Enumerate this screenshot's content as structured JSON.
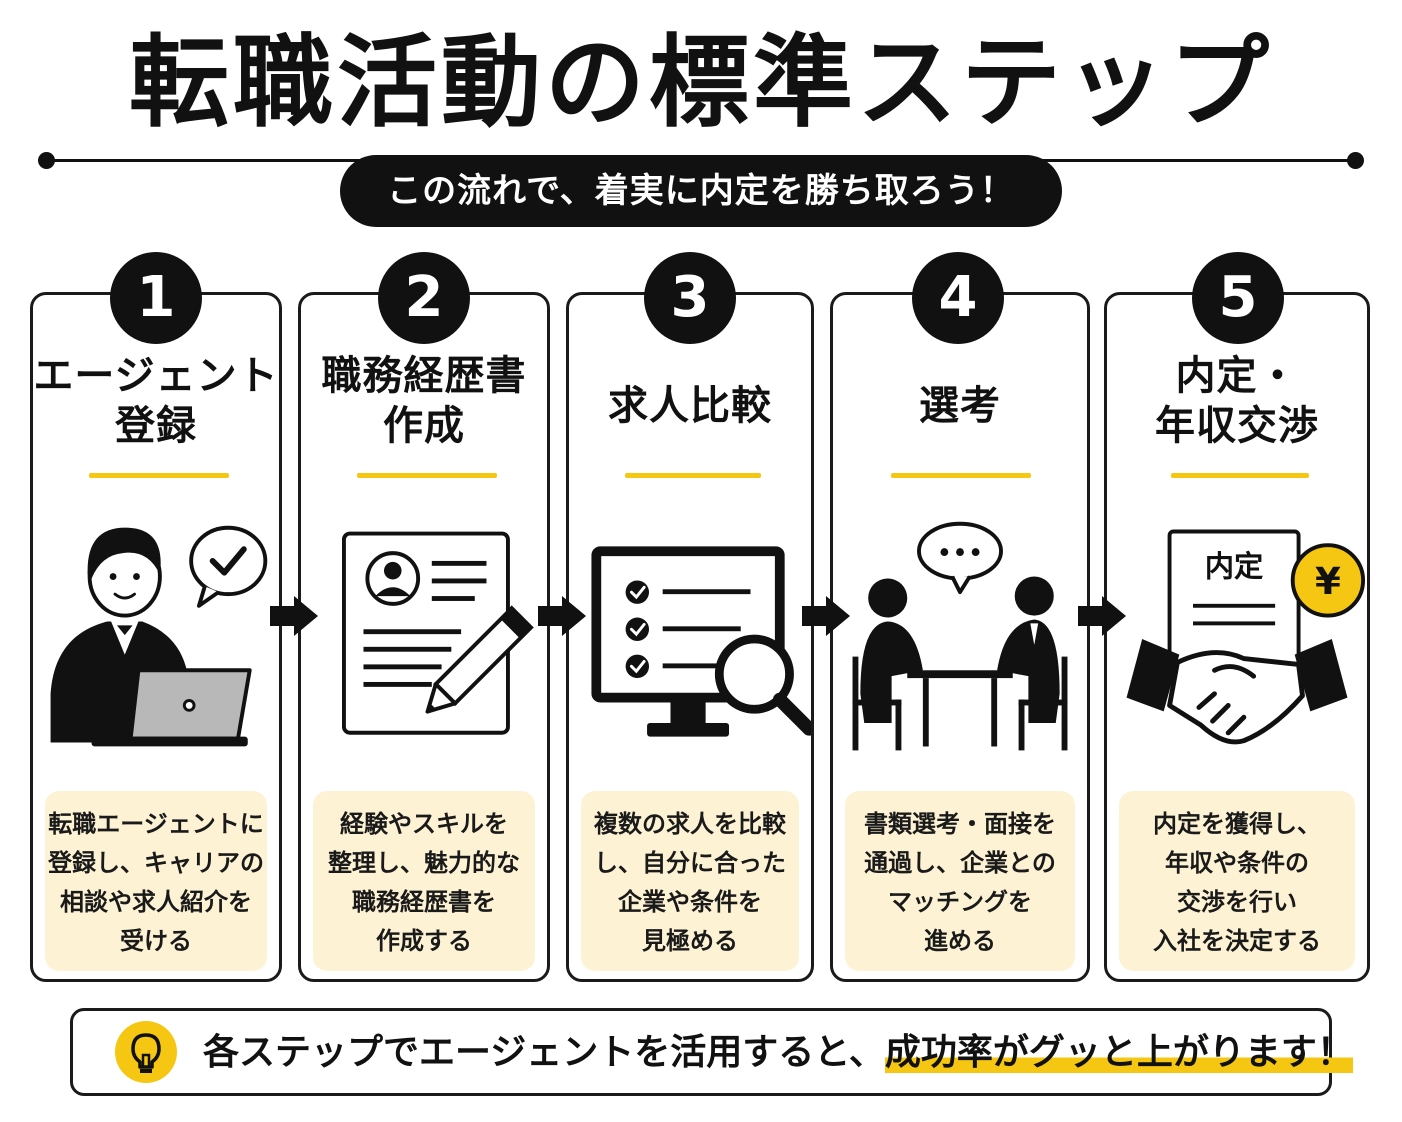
{
  "page": {
    "title": "転職活動の標準ステップ",
    "subtitle": "この流れで、着実に内定を勝ち取ろう！"
  },
  "steps": [
    {
      "number": "1",
      "title": "エージェント\n登録",
      "icon": "person-laptop-checkmark-icon",
      "description": "転職エージェントに\n登録し、キャリアの\n相談や求人紹介を\n受ける"
    },
    {
      "number": "2",
      "title": "職務経歴書\n作成",
      "icon": "resume-pencil-icon",
      "description": "経験やスキルを\n整理し、魅力的な\n職務経歴書を\n作成する"
    },
    {
      "number": "3",
      "title": "求人比較",
      "icon": "monitor-checklist-search-icon",
      "description": "複数の求人を比較\nし、自分に合った\n企業や条件を\n見極める"
    },
    {
      "number": "4",
      "title": "選考",
      "icon": "interview-meeting-icon",
      "description": "書類選考・面接を\n通過し、企業との\nマッチングを\n進める"
    },
    {
      "number": "5",
      "title": "内定・\n年収交渉",
      "icon": "offer-handshake-yen-icon",
      "offer_label": "内定",
      "yen_symbol": "¥",
      "description": "内定を獲得し、\n年収や条件の\n交渉を行い\n入社を決定する"
    }
  ],
  "footer": {
    "text_plain": "各ステップでエージェントを活用すると、",
    "text_highlight": "成功率がグッと上がります！",
    "icon": "lightbulb-icon"
  },
  "colors": {
    "accent": "#f5c712",
    "dark": "#111111",
    "desc_bg": "#fdf3d4"
  }
}
